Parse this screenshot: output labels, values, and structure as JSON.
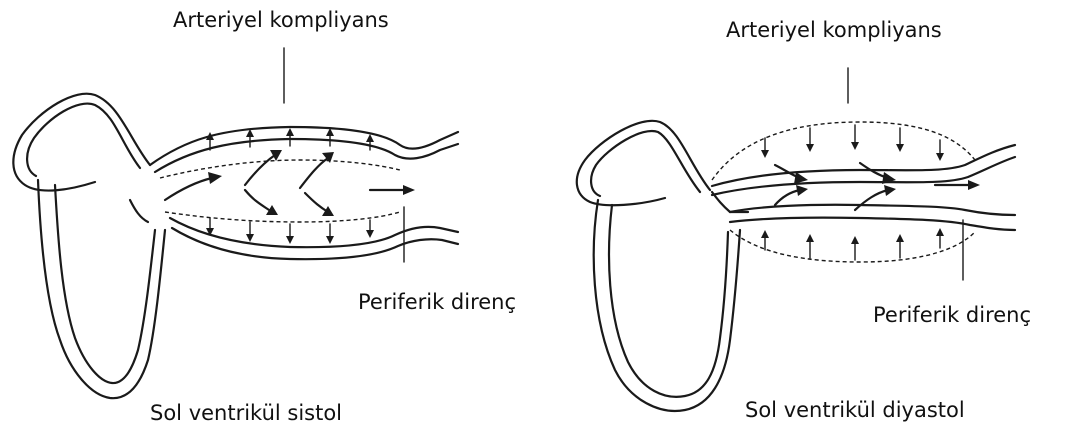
{
  "panels": [
    {
      "compliance_label": "Arteriyel kompliyans",
      "resistance_label": "Periferik direnç",
      "phase_label": "Sol ventrikül sistol"
    },
    {
      "compliance_label": "Arteriyel kompliyans",
      "resistance_label": "Periferik direnç",
      "phase_label": "Sol ventrikül diyastol"
    }
  ]
}
